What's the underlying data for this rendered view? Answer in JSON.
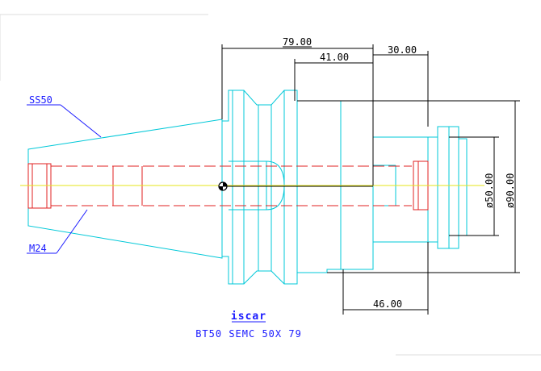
{
  "dimensions": {
    "length_79": "79.00",
    "length_41": "41.00",
    "length_30": "30.00",
    "length_46": "46.00",
    "dia_50": "ø50.00",
    "dia_90": "ø90.00"
  },
  "labels": {
    "taper": "SS50",
    "thread": "M24"
  },
  "logo": {
    "text": "iscar"
  },
  "caption": {
    "part": "BT50 SEMC 50X 79"
  },
  "colors": {
    "outline": "#00c8d8",
    "hidden": "#e02020",
    "center": "#e6e61a",
    "dimension": "#000000",
    "annotation": "#1a1aff"
  }
}
